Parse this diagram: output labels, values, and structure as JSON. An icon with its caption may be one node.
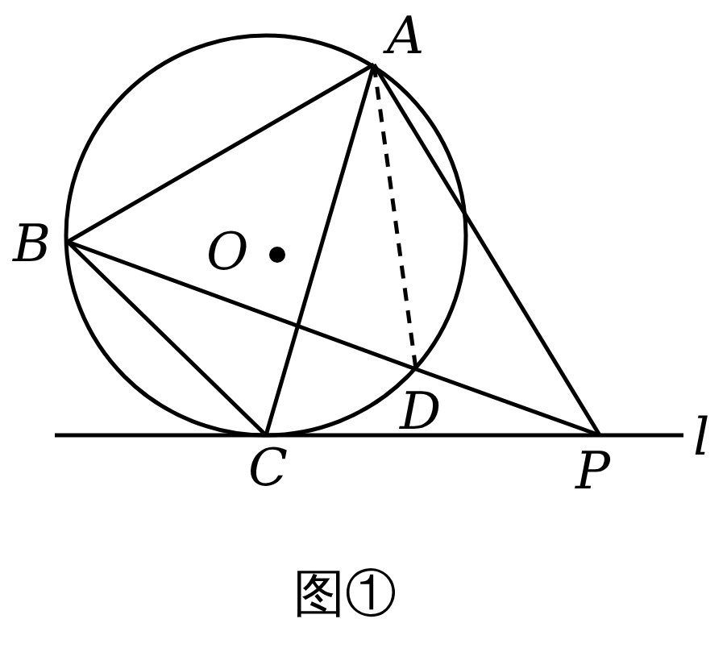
{
  "diagram": {
    "caption": "图①",
    "nodes": [
      {
        "text": [
          "A"
        ]
      },
      {
        "text": [
          "B"
        ]
      },
      {
        "text": [
          "C"
        ]
      },
      {
        "text": [
          "D"
        ]
      },
      {
        "text": [
          "P"
        ]
      }
    ],
    "edges": [
      {
        "from": 0,
        "to": 1,
        "arrow": "none"
      },
      {
        "from": 0,
        "to": 2,
        "arrow": "none"
      },
      {
        "from": 0,
        "to": 4,
        "arrow": "none"
      },
      {
        "from": 1,
        "to": 2,
        "arrow": "none"
      },
      {
        "from": 1,
        "to": 3,
        "arrow": "none"
      },
      {
        "from": 3,
        "to": 4,
        "arrow": "none"
      },
      {
        "from": 0,
        "to": 3,
        "arrow": "none",
        "style": "dashed"
      }
    ],
    "labels": [
      "O",
      "l"
    ]
  }
}
